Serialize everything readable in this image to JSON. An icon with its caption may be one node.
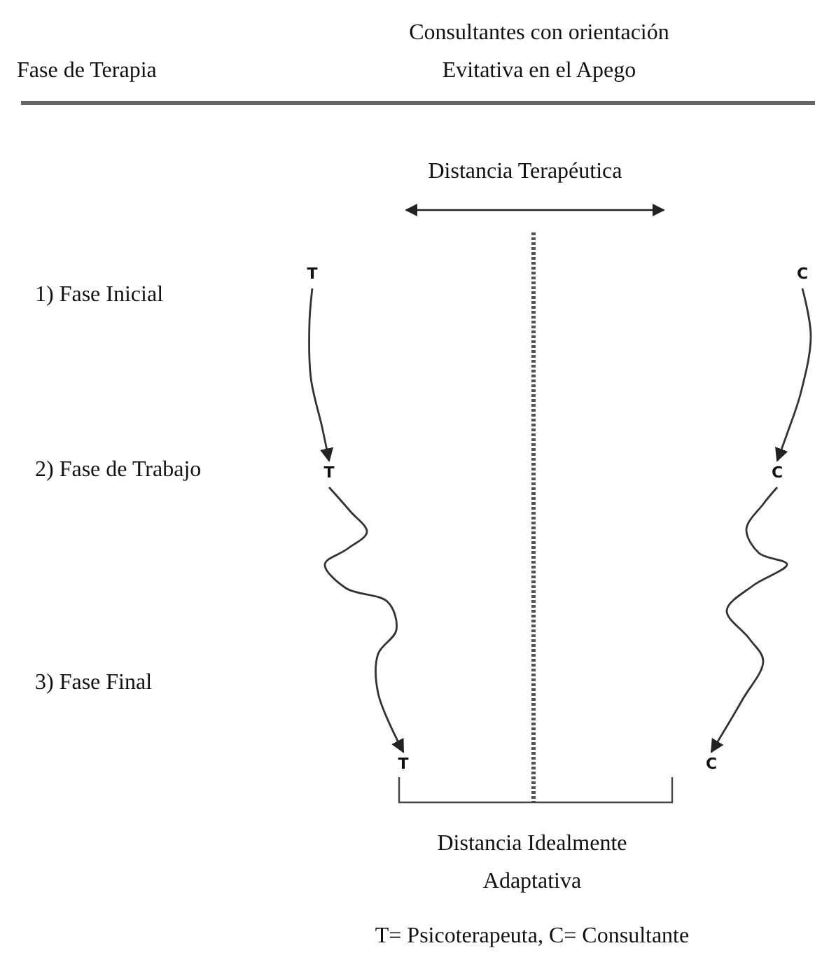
{
  "diagram": {
    "nodes": [
      {
        "text": [
          "T"
        ]
      },
      {
        "text": [
          "T"
        ]
      },
      {
        "text": [
          "T"
        ]
      },
      {
        "text": [
          "C"
        ]
      },
      {
        "text": [
          "C"
        ]
      },
      {
        "text": [
          "C"
        ]
      }
    ],
    "edges": [
      {
        "from": 0,
        "to": 1,
        "arrow": "to"
      },
      {
        "from": 1,
        "to": 2,
        "arrow": "to"
      },
      {
        "from": 3,
        "to": 4,
        "arrow": "to"
      },
      {
        "from": 4,
        "to": 5,
        "arrow": "to"
      }
    ],
    "labels": [
      "Fase de Terapia",
      "Consultantes con orientación Evitativa en el Apego",
      "Distancia Terapéutica",
      "1) Fase Inicial",
      "2) Fase de Trabajo",
      "3) Fase Final",
      "Distancia Idealmente Adaptativa",
      "T= Psicoterapeuta, C= Consultante"
    ]
  }
}
